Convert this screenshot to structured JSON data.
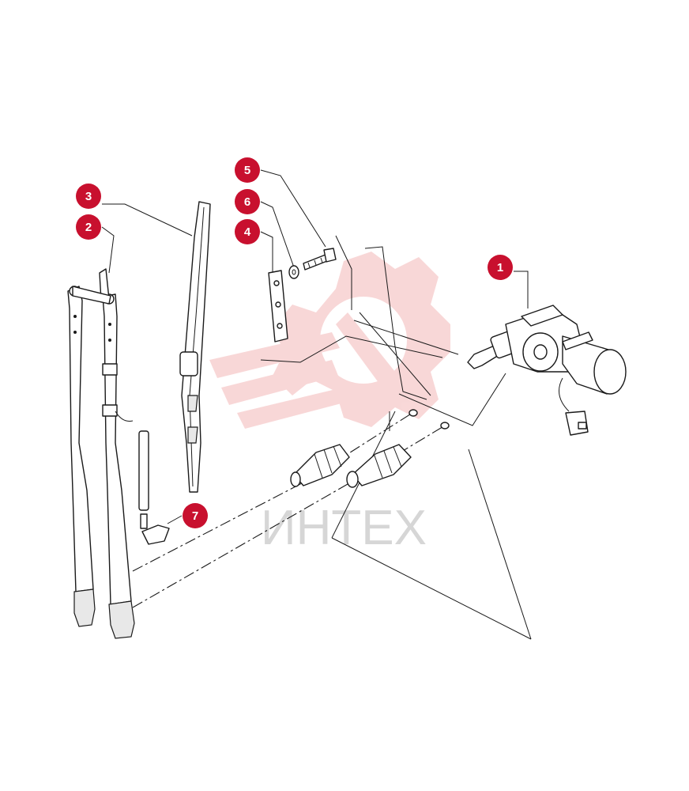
{
  "diagram": {
    "callouts": [
      {
        "id": "1",
        "label": "1",
        "part": "wiper-motor"
      },
      {
        "id": "2",
        "label": "2",
        "part": "wiper-arm"
      },
      {
        "id": "3",
        "label": "3",
        "part": "wiper-blade"
      },
      {
        "id": "4",
        "label": "4",
        "part": "mounting-plate"
      },
      {
        "id": "5",
        "label": "5",
        "part": "bolt"
      },
      {
        "id": "6",
        "label": "6",
        "part": "washer"
      },
      {
        "id": "7",
        "label": "7",
        "part": "washer-nozzle"
      }
    ],
    "watermark": "ИНТЕХ",
    "colors": {
      "callout": "#c8102e",
      "watermark": "#cfcfcf",
      "logo": "#f4b8b8"
    }
  }
}
